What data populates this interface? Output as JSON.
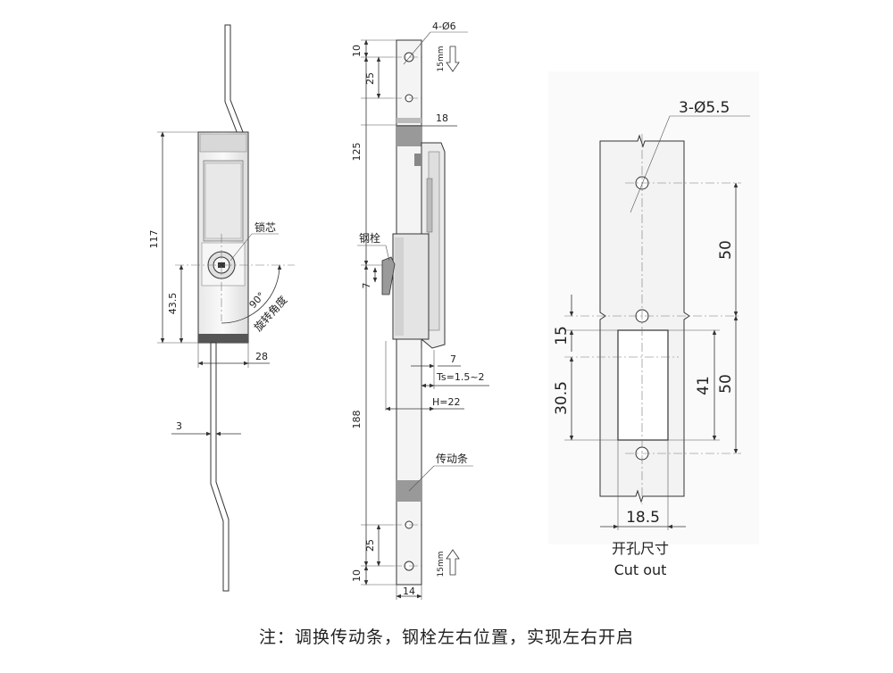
{
  "left_view": {
    "dim_total_height": "117",
    "dim_lower_height": "43.5",
    "dim_width": "28",
    "dim_thickness": "3",
    "label_lock_core": "锁芯",
    "label_angle": "90°",
    "label_rotation": "旋转角度"
  },
  "middle_view": {
    "dim_top_hole": "4-Ø6",
    "dim_top_10": "10",
    "dim_top_25": "25",
    "dim_18": "18",
    "dim_125": "125",
    "dim_188": "188",
    "dim_bottom_25": "25",
    "dim_bottom_10": "10",
    "dim_14": "14",
    "dim_7_side": "7",
    "dim_7": "7",
    "dim_ts": "Ts=1.5~2",
    "dim_h": "H=22",
    "label_bolt": "钢栓",
    "label_rod": "传动条",
    "travel_top": "15mm",
    "travel_bottom": "15mm"
  },
  "cutout_view": {
    "dim_holes": "3-Ø5.5",
    "dim_50_upper": "50",
    "dim_15": "15",
    "dim_30_5": "30.5",
    "dim_41": "41",
    "dim_50_lower": "50",
    "dim_18_5": "18.5",
    "title_cn": "开孔尺寸",
    "title_en": "Cut out"
  },
  "note": "注：调换传动条，钢栓左右位置，实现左右开启"
}
